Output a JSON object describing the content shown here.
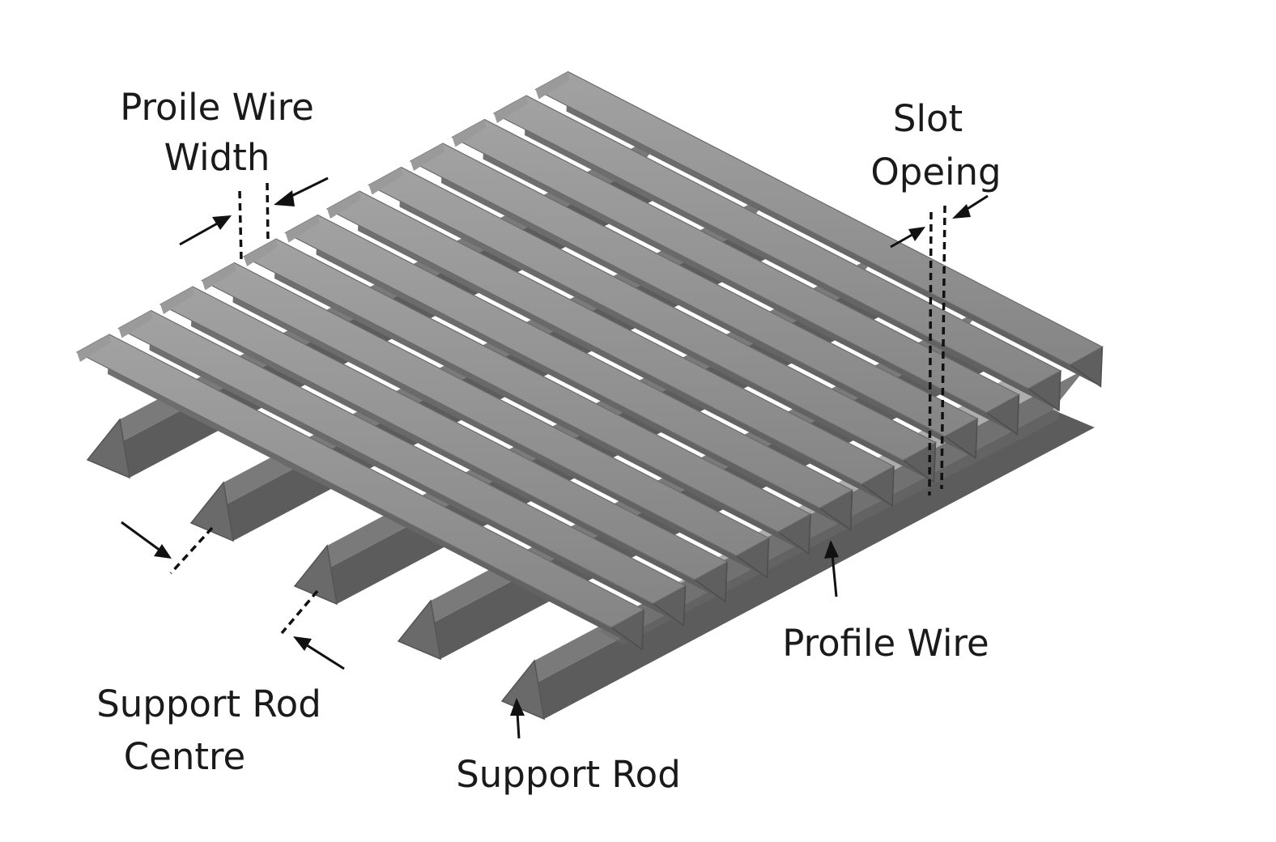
{
  "labels": {
    "profile_wire_width_line1": "Proile Wire",
    "profile_wire_width_line2": "Width",
    "slot_opening_line1": "Slot",
    "slot_opening_line2": "Opeing",
    "profile_wire": "Profile Wire",
    "support_rod_centre_line1": "Support Rod",
    "support_rod_centre_line2": "Centre",
    "support_rod": "Support Rod"
  },
  "colors": {
    "background": "#ffffff",
    "metal_top": "#8d8d8d",
    "metal_side": "#6e6e6e",
    "metal_dark": "#5a5a5a",
    "text": "#1a1a1a"
  }
}
